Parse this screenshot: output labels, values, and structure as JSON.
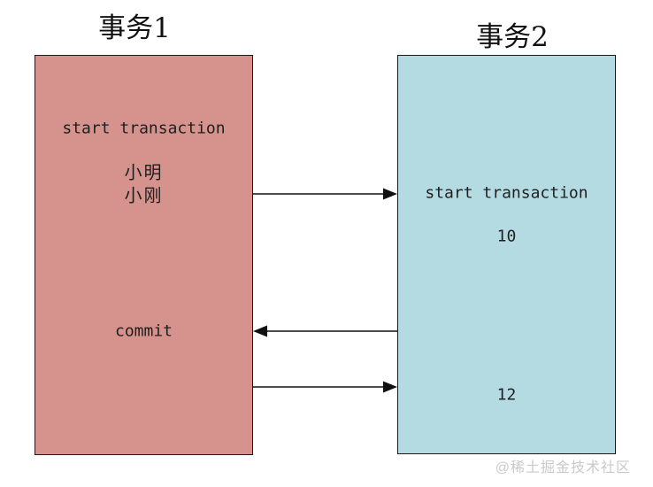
{
  "diagram": {
    "transaction1": {
      "title": "事务1",
      "fill_color": "#d6928c",
      "border_color": "#1a1a1a",
      "start_label": "start transaction",
      "row1": "小明",
      "row2": "小刚",
      "commit_label": "commit"
    },
    "transaction2": {
      "title": "事务2",
      "fill_color": "#b5dbe2",
      "border_color": "#1a1a1a",
      "start_label": "start transaction",
      "value1": "10",
      "value2": "12"
    },
    "arrows": [
      {
        "name": "arrow-1",
        "from": "transaction1",
        "to": "transaction2",
        "direction": "right",
        "aligned_with": "start transaction (事务2)"
      },
      {
        "name": "arrow-2",
        "from": "transaction2",
        "to": "transaction1",
        "direction": "left",
        "aligned_with": "commit (事务1)"
      },
      {
        "name": "arrow-3",
        "from": "transaction1",
        "to": "transaction2",
        "direction": "right",
        "aligned_with": "12 (事务2)"
      }
    ],
    "arrow_color": "#111111",
    "watermark": "@稀土掘金技术社区",
    "watermark_color": "#c9c9c9"
  }
}
